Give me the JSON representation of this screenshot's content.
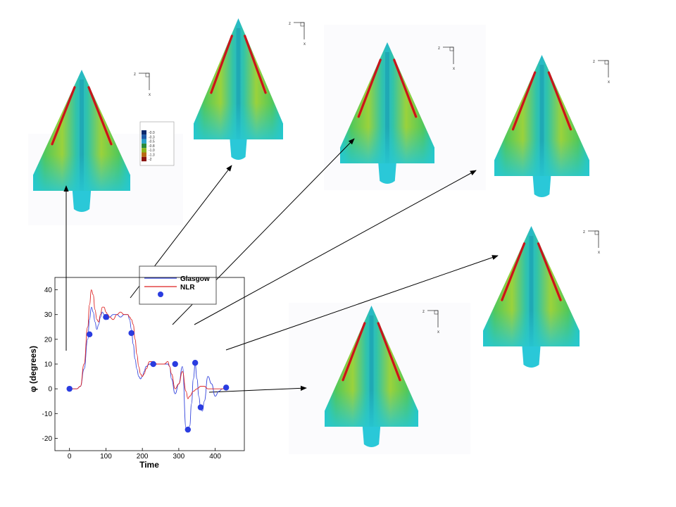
{
  "colors": {
    "glasgow": "#3344dd",
    "nlr": "#dd2222",
    "markers": "#2a3ce0",
    "accent_red": "#c8141c",
    "mid_green": "#6ec83c",
    "base_cyan": "#25c8d2"
  },
  "triad": {
    "z": "z",
    "x": "x"
  },
  "colorbar": {
    "labels": [
      "-0.0",
      "-0.3",
      "-0.5",
      "-0.8",
      "-1.0",
      "-1.3",
      "-2"
    ]
  },
  "chart_data": {
    "type": "line",
    "xlabel": "Time",
    "ylabel": "φ (degrees)",
    "xlim": [
      -40,
      480
    ],
    "ylim": [
      -25,
      45
    ],
    "xticks": [
      0,
      100,
      200,
      300,
      400
    ],
    "yticks": [
      -20,
      -10,
      0,
      10,
      20,
      30,
      40
    ],
    "legend": {
      "placement": "top",
      "entries": [
        "Glasgow",
        "NLR",
        ""
      ]
    },
    "series": [
      {
        "name": "Glasgow",
        "x": [
          0,
          20,
          30,
          40,
          50,
          55,
          60,
          65,
          70,
          75,
          80,
          85,
          90,
          95,
          100,
          105,
          110,
          120,
          130,
          140,
          150,
          160,
          165,
          170,
          175,
          180,
          185,
          190,
          195,
          200,
          205,
          210,
          220,
          230,
          240,
          250,
          260,
          270,
          275,
          280,
          290,
          300,
          310,
          320,
          325,
          330,
          335,
          340,
          345,
          350,
          355,
          360,
          365,
          370,
          380,
          390,
          400,
          410,
          420,
          430
        ],
        "y": [
          0,
          0,
          1,
          8,
          20,
          28,
          33,
          31,
          27,
          24,
          26,
          29,
          31,
          30,
          29,
          28,
          29,
          30,
          30,
          29,
          30,
          30,
          28,
          24,
          18,
          12,
          8,
          5,
          4,
          5,
          7,
          9,
          10,
          9,
          10,
          10,
          10,
          10,
          9,
          4,
          -2,
          2,
          9,
          -16,
          -17,
          -15,
          -6,
          4,
          10,
          4,
          -3,
          -8,
          -9,
          -5,
          5,
          2,
          -3,
          -1,
          0,
          0
        ]
      },
      {
        "name": "NLR",
        "x": [
          0,
          20,
          30,
          40,
          50,
          55,
          60,
          65,
          70,
          75,
          80,
          85,
          90,
          95,
          100,
          105,
          110,
          120,
          130,
          140,
          150,
          160,
          165,
          170,
          175,
          180,
          185,
          190,
          195,
          200,
          205,
          210,
          220,
          230,
          240,
          250,
          260,
          270,
          275,
          280,
          290,
          300,
          310,
          320,
          325,
          330,
          340,
          350,
          360,
          370,
          380,
          390,
          400,
          410,
          420,
          430
        ],
        "y": [
          0,
          0,
          1,
          10,
          25,
          34,
          40,
          38,
          32,
          28,
          27,
          30,
          33,
          33,
          31,
          30,
          29,
          28,
          30,
          31,
          30,
          30,
          29,
          28,
          26,
          20,
          14,
          9,
          6,
          5,
          6,
          8,
          11,
          11,
          10,
          10,
          10,
          11,
          9,
          6,
          0,
          2,
          7,
          -1,
          -4,
          -3,
          -1,
          0,
          1,
          1,
          0,
          0,
          0,
          0,
          0,
          0
        ]
      },
      {
        "name": "",
        "x": [
          0,
          55,
          100,
          170,
          230,
          290,
          325,
          345,
          360,
          430
        ],
        "y": [
          0,
          22,
          29,
          22.5,
          10,
          10,
          -16.5,
          10.5,
          -7.5,
          0.5
        ]
      }
    ]
  }
}
